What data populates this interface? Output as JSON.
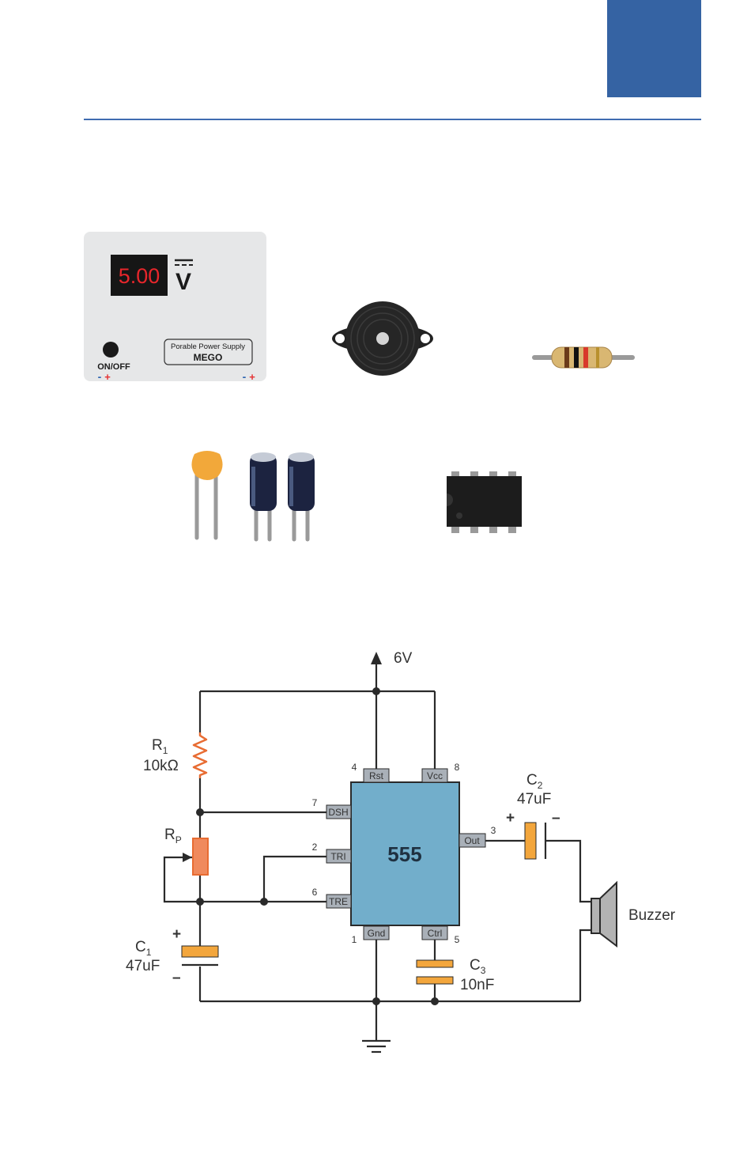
{
  "power_supply": {
    "display": "5.00",
    "unit": "V",
    "switch_label": "ON/OFF",
    "brand_line1": "Porable Power Supply",
    "brand_line2": "MEGO",
    "minus": "-",
    "plus": "+"
  },
  "chip_label": "555",
  "supply": "6V",
  "r1": {
    "name": "R",
    "sub": "1",
    "value": "10kΩ"
  },
  "rp": {
    "name": "R",
    "sub": "P"
  },
  "c1": {
    "name": "C",
    "sub": "1",
    "value": "47uF",
    "plus": "+",
    "minus": "–"
  },
  "c2": {
    "name": "C",
    "sub": "2",
    "value": "47uF",
    "plus": "+",
    "minus": "–"
  },
  "c3": {
    "name": "C",
    "sub": "3",
    "value": "10nF"
  },
  "pins": {
    "rst": "Rst",
    "vcc": "Vcc",
    "dsh": "DSH",
    "tri": "TRI",
    "tre": "TRE",
    "out": "Out",
    "gnd": "Gnd",
    "ctrl": "Ctrl",
    "n4": "4",
    "n8": "8",
    "n7": "7",
    "n2": "2",
    "n6": "6",
    "n3": "3",
    "n1": "1",
    "n5": "5"
  },
  "buzzer_label": "Buzzer",
  "colors": {
    "accent": "#3563a3",
    "chip": "#72aecb",
    "capacitor": "#f3a63c",
    "resistor": "#e86c32",
    "pot": "#f08a5d",
    "pin": "#a9b0b8"
  }
}
